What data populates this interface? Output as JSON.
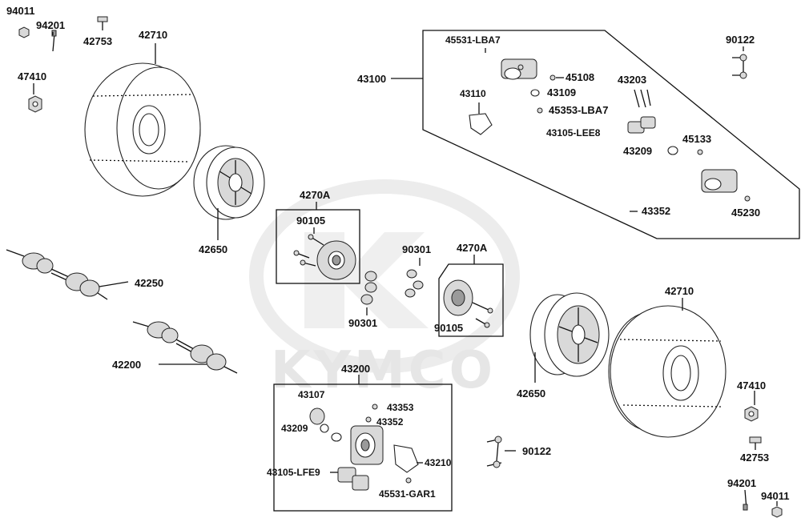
{
  "watermark": {
    "brand": "KYMCO"
  },
  "labels": {
    "l94011a": "94011",
    "l94201a": "94201",
    "l42753a": "42753",
    "l42710a": "42710",
    "l47410a": "47410",
    "l42650a": "42650",
    "l42250": "42250",
    "l42200": "42200",
    "l4270a_a": "4270A",
    "l90105a": "90105",
    "l90301a": "90301",
    "l90301b": "90301",
    "l4270a_b": "4270A",
    "l90105b": "90105",
    "l43100": "43100",
    "l45531_lba7": "45531-LBA7",
    "l45108": "45108",
    "l43109": "43109",
    "l43110": "43110",
    "l45353_lba7": "45353-LBA7",
    "l43203": "43203",
    "l43105_lee8": "43105-LEE8",
    "l43209a": "43209",
    "l45133": "45133",
    "l43352a": "43352",
    "l45230": "45230",
    "l90122a": "90122",
    "l42710b": "42710",
    "l42650b": "42650",
    "l47410b": "47410",
    "l42753b": "42753",
    "l94201b": "94201",
    "l94011b": "94011",
    "l90122b": "90122",
    "l43200": "43200",
    "l43107": "43107",
    "l43353": "43353",
    "l43352b": "43352",
    "l43209b": "43209",
    "l43210": "43210",
    "l43105_lfe9": "43105-LFE9",
    "l45531_gar1": "45531-GAR1"
  }
}
